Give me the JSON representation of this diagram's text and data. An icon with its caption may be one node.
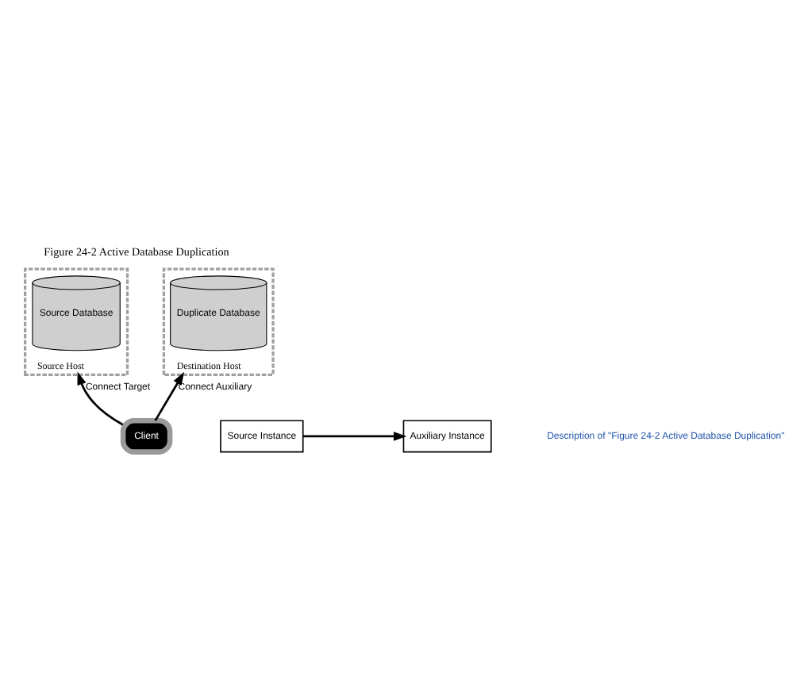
{
  "diagram": {
    "title": "Figure 24-2 Active Database Duplication",
    "caption": "Description of \"Figure 24-2 Active Database Duplication\"",
    "nodes": [
      {
        "text": [
          "Source Host"
        ]
      },
      {
        "text": [
          "Source Database"
        ],
        "in": 0
      },
      {
        "text": [
          "Source Instance"
        ]
      },
      {
        "text": [
          "Auxiliary Instance"
        ]
      },
      {
        "text": [
          "Destination Host"
        ]
      },
      {
        "text": [
          "Duplicate Database"
        ],
        "in": 4
      },
      {
        "text": [
          "Client"
        ]
      }
    ],
    "edges": [
      {
        "from": 2,
        "to": 3,
        "arrow": "to"
      },
      {
        "from": 6,
        "to": 0,
        "arrow": "to",
        "label": "Connect Target"
      },
      {
        "from": 6,
        "to": 4,
        "arrow": "to",
        "label": "Connect Auxiliary"
      }
    ]
  }
}
